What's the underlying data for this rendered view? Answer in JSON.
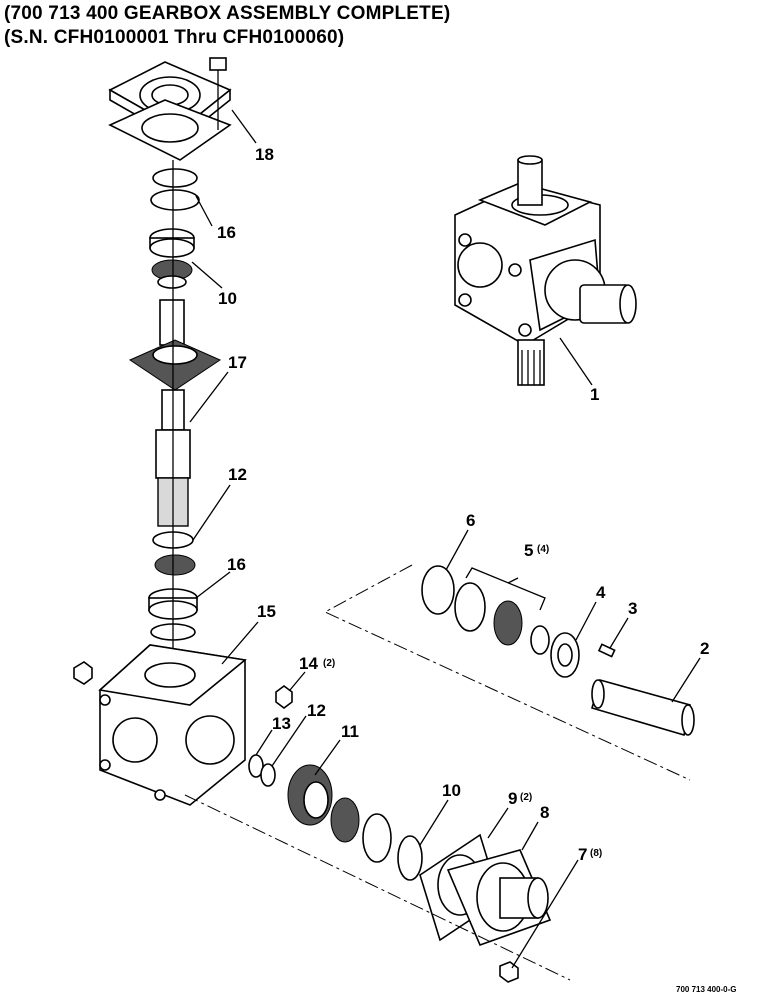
{
  "title": {
    "line1": "(700 713 400 GEARBOX ASSEMBLY COMPLETE)",
    "line2": "(S.N. CFH0100001 Thru CFH0100060)"
  },
  "callouts": [
    {
      "id": "c18",
      "label": "18",
      "qty": ""
    },
    {
      "id": "c16a",
      "label": "16",
      "qty": ""
    },
    {
      "id": "c10a",
      "label": "10",
      "qty": ""
    },
    {
      "id": "c17",
      "label": "17",
      "qty": ""
    },
    {
      "id": "c12a",
      "label": "12",
      "qty": ""
    },
    {
      "id": "c16b",
      "label": "16",
      "qty": ""
    },
    {
      "id": "c15",
      "label": "15",
      "qty": ""
    },
    {
      "id": "c14",
      "label": "14",
      "qty": "(2)"
    },
    {
      "id": "c13",
      "label": "13",
      "qty": ""
    },
    {
      "id": "c12b",
      "label": "12",
      "qty": ""
    },
    {
      "id": "c11",
      "label": "11",
      "qty": ""
    },
    {
      "id": "c10b",
      "label": "10",
      "qty": ""
    },
    {
      "id": "c9",
      "label": "9",
      "qty": "(2)"
    },
    {
      "id": "c8",
      "label": "8",
      "qty": ""
    },
    {
      "id": "c7",
      "label": "7",
      "qty": "(8)"
    },
    {
      "id": "c6",
      "label": "6",
      "qty": ""
    },
    {
      "id": "c5",
      "label": "5",
      "qty": "(4)"
    },
    {
      "id": "c4",
      "label": "4",
      "qty": ""
    },
    {
      "id": "c3",
      "label": "3",
      "qty": ""
    },
    {
      "id": "c2",
      "label": "2",
      "qty": ""
    },
    {
      "id": "c1",
      "label": "1",
      "qty": ""
    }
  ],
  "figure_ref": "700 713 400-0-G"
}
